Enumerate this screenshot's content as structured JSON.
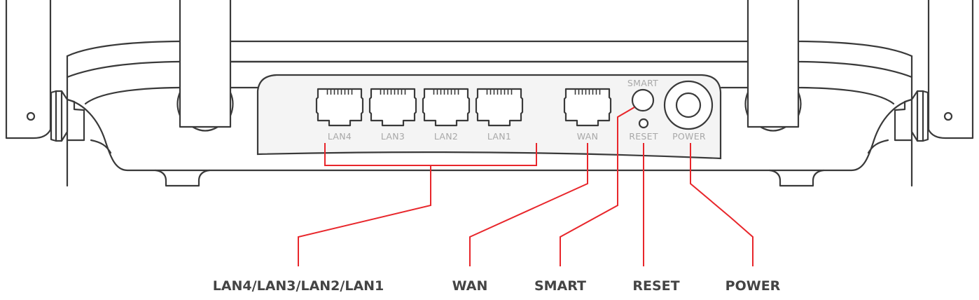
{
  "title": "Router rear panel port diagram",
  "colors": {
    "outline": "#3a3a3a",
    "panel_fill": "#f4f4f4",
    "port_label": "#a8a8a8",
    "leader_line": "#e8262b",
    "callout_text": "#444444"
  },
  "panel_labels": {
    "lan4": "LAN4",
    "lan3": "LAN3",
    "lan2": "LAN2",
    "lan1": "LAN1",
    "wan": "WAN",
    "smart": "SMART",
    "reset": "RESET",
    "power": "POWER"
  },
  "callouts": [
    {
      "id": "lan",
      "label": "LAN4/LAN3/LAN2/LAN1",
      "points_to": "lan-ports"
    },
    {
      "id": "wan",
      "label": "WAN",
      "points_to": "wan-port"
    },
    {
      "id": "smart",
      "label": "SMART",
      "points_to": "smart-button"
    },
    {
      "id": "reset",
      "label": "RESET",
      "points_to": "reset-pinhole"
    },
    {
      "id": "power",
      "label": "POWER",
      "points_to": "power-jack"
    }
  ],
  "components": {
    "antennas": 4,
    "lan_ports": 4,
    "wan_ports": 1,
    "buttons": [
      "SMART",
      "RESET"
    ],
    "power_inputs": 1
  }
}
